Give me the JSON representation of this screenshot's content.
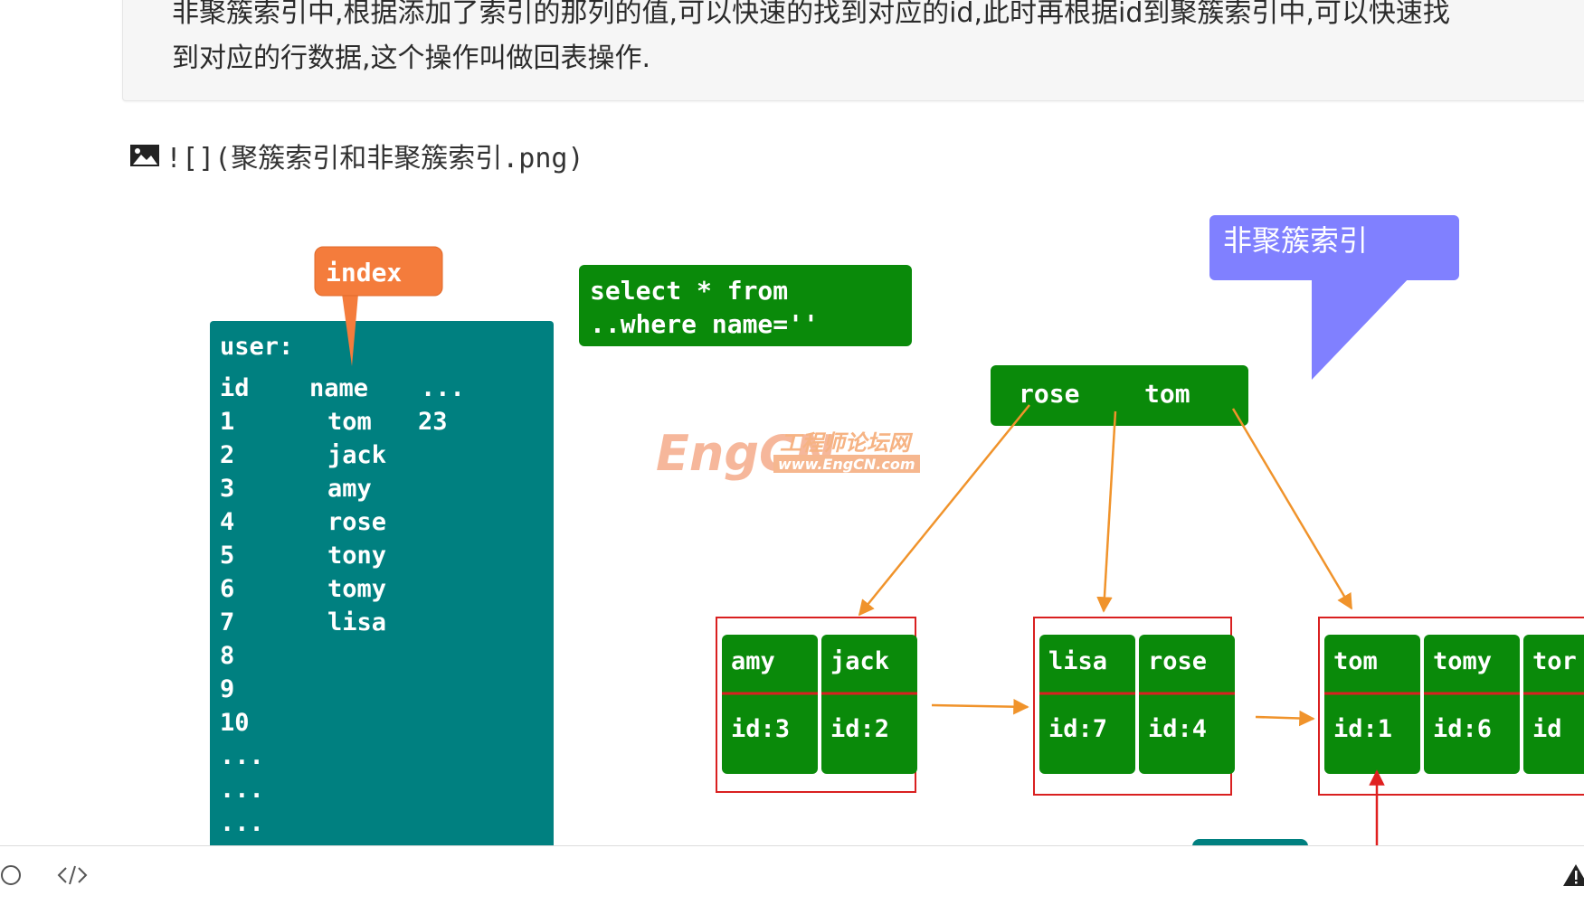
{
  "paragraph": {
    "line1": "非聚簇索引中,根据添加了索引的那列的值,可以快速的找到对应的id,此时再根据id到聚簇索引中,可以快速找",
    "line2": "到对应的行数据,这个操作叫做回表操作."
  },
  "image_ref": {
    "icon": "image-icon",
    "text": "![](聚簇索引和非聚簇索引.png)"
  },
  "diagram": {
    "index_callout": "index",
    "query_lines": [
      "select * from",
      "..where name=''"
    ],
    "nonclustered_callout": "非聚簇索引",
    "table": {
      "title": "user:",
      "header": [
        "id",
        "name",
        "..."
      ],
      "rows": [
        [
          "1",
          "tom",
          "23"
        ],
        [
          "2",
          "jack",
          ""
        ],
        [
          "3",
          "amy",
          ""
        ],
        [
          "4",
          "rose",
          ""
        ],
        [
          "5",
          "tony",
          ""
        ],
        [
          "6",
          "tomy",
          ""
        ],
        [
          "7",
          "lisa",
          ""
        ],
        [
          "8",
          "",
          ""
        ],
        [
          "9",
          "",
          ""
        ],
        [
          "10",
          "",
          ""
        ],
        [
          "...",
          "",
          ""
        ],
        [
          "...",
          "",
          ""
        ],
        [
          "...",
          "",
          ""
        ]
      ]
    },
    "root_keys": [
      "rose",
      "tom"
    ],
    "leaf_groups": [
      [
        {
          "name": "amy",
          "id": "id:3"
        },
        {
          "name": "jack",
          "id": "id:2"
        }
      ],
      [
        {
          "name": "lisa",
          "id": "id:7"
        },
        {
          "name": "rose",
          "id": "id:4"
        }
      ],
      [
        {
          "name": "tom",
          "id": "id:1"
        },
        {
          "name": "tomy",
          "id": "id:6"
        },
        {
          "name": "tor",
          "id": "id"
        }
      ]
    ],
    "watermark": {
      "logo": "EngCN",
      "cn": "工程师论坛网",
      "url": "www.EngCN.com"
    }
  },
  "toolbar": {
    "left_icons": [
      "circle-icon",
      "code-icon"
    ],
    "right_icon": "warning-icon"
  },
  "colors": {
    "teal": "#008080",
    "green": "#0a8a0a",
    "orange_callout": "#f47c3c",
    "purple_callout": "#8080ff",
    "arrow_orange": "#f0932b",
    "leaf_border": "#d92020"
  }
}
